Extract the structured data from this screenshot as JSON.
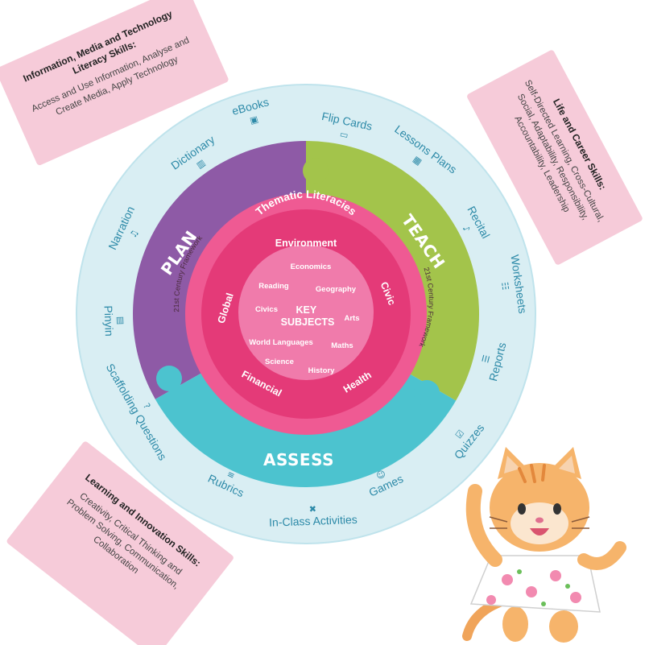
{
  "colors": {
    "outer_ring": "#d9eef3",
    "outer_ring_edge": "#bfe3ec",
    "plan": "#8e5aa6",
    "teach": "#a3c44b",
    "assess": "#4cc3cf",
    "pink_ring": "#ef5a93",
    "literacies_ring": "#e43a78",
    "key_core": "#f07bab",
    "tool_text": "#2d8aa8",
    "skill_box": "#f6cbd9"
  },
  "quadrants": {
    "plan": "PLAN",
    "teach": "TEACH",
    "assess": "ASSESS"
  },
  "framework_label": "21st Century Framework",
  "literacies": {
    "title": "Thematic Literacies",
    "items": [
      "Environment",
      "Civic",
      "Health",
      "Financial",
      "Global"
    ]
  },
  "key_subjects": {
    "title_line1": "KEY",
    "title_line2": "SUBJECTS",
    "items": [
      "Economics",
      "Reading",
      "Geography",
      "Civics",
      "Arts",
      "World Languages",
      "Maths",
      "Science",
      "History"
    ]
  },
  "tools": [
    {
      "label": "eBooks",
      "icon": "ebook-icon"
    },
    {
      "label": "Flip Cards",
      "icon": "flip-card-icon"
    },
    {
      "label": "Lessons Plans",
      "icon": "lesson-plan-icon"
    },
    {
      "label": "Recital",
      "icon": "recital-icon"
    },
    {
      "label": "Worksheets",
      "icon": "worksheet-icon"
    },
    {
      "label": "Reports",
      "icon": "report-icon"
    },
    {
      "label": "Quizzes",
      "icon": "quiz-icon"
    },
    {
      "label": "Games",
      "icon": "game-icon"
    },
    {
      "label": "In-Class Activities",
      "icon": "activity-icon"
    },
    {
      "label": "Rubrics",
      "icon": "rubric-icon"
    },
    {
      "label": "Scaffolding Questions",
      "icon": "question-icon"
    },
    {
      "label": "Pinyin",
      "icon": "pinyin-icon"
    },
    {
      "label": "Narration",
      "icon": "narration-icon"
    },
    {
      "label": "Dictionary",
      "icon": "dictionary-icon"
    }
  ],
  "skill_boxes": {
    "info_media": {
      "title_lines": [
        "Information, Media and Technology",
        "Literacy Skills:"
      ],
      "body_lines": [
        "Access and Use Information, Analyse and",
        "Create Media, Apply Technology"
      ]
    },
    "life_career": {
      "title_lines": [
        "Life and Career Skills:"
      ],
      "body_lines": [
        "Self-Directed Learning, Cross-Cultural,",
        "Social, Adaptability, Responsibility,",
        "Accountability, Leadership"
      ]
    },
    "learning_innovation": {
      "title_lines": [
        "Learning and Innovation Skills:"
      ],
      "body_lines": [
        "Creativity, Critical Thinking and",
        "Problem Solving, Communication,",
        "Collaboration"
      ]
    }
  },
  "mascot": "cat-mascot"
}
